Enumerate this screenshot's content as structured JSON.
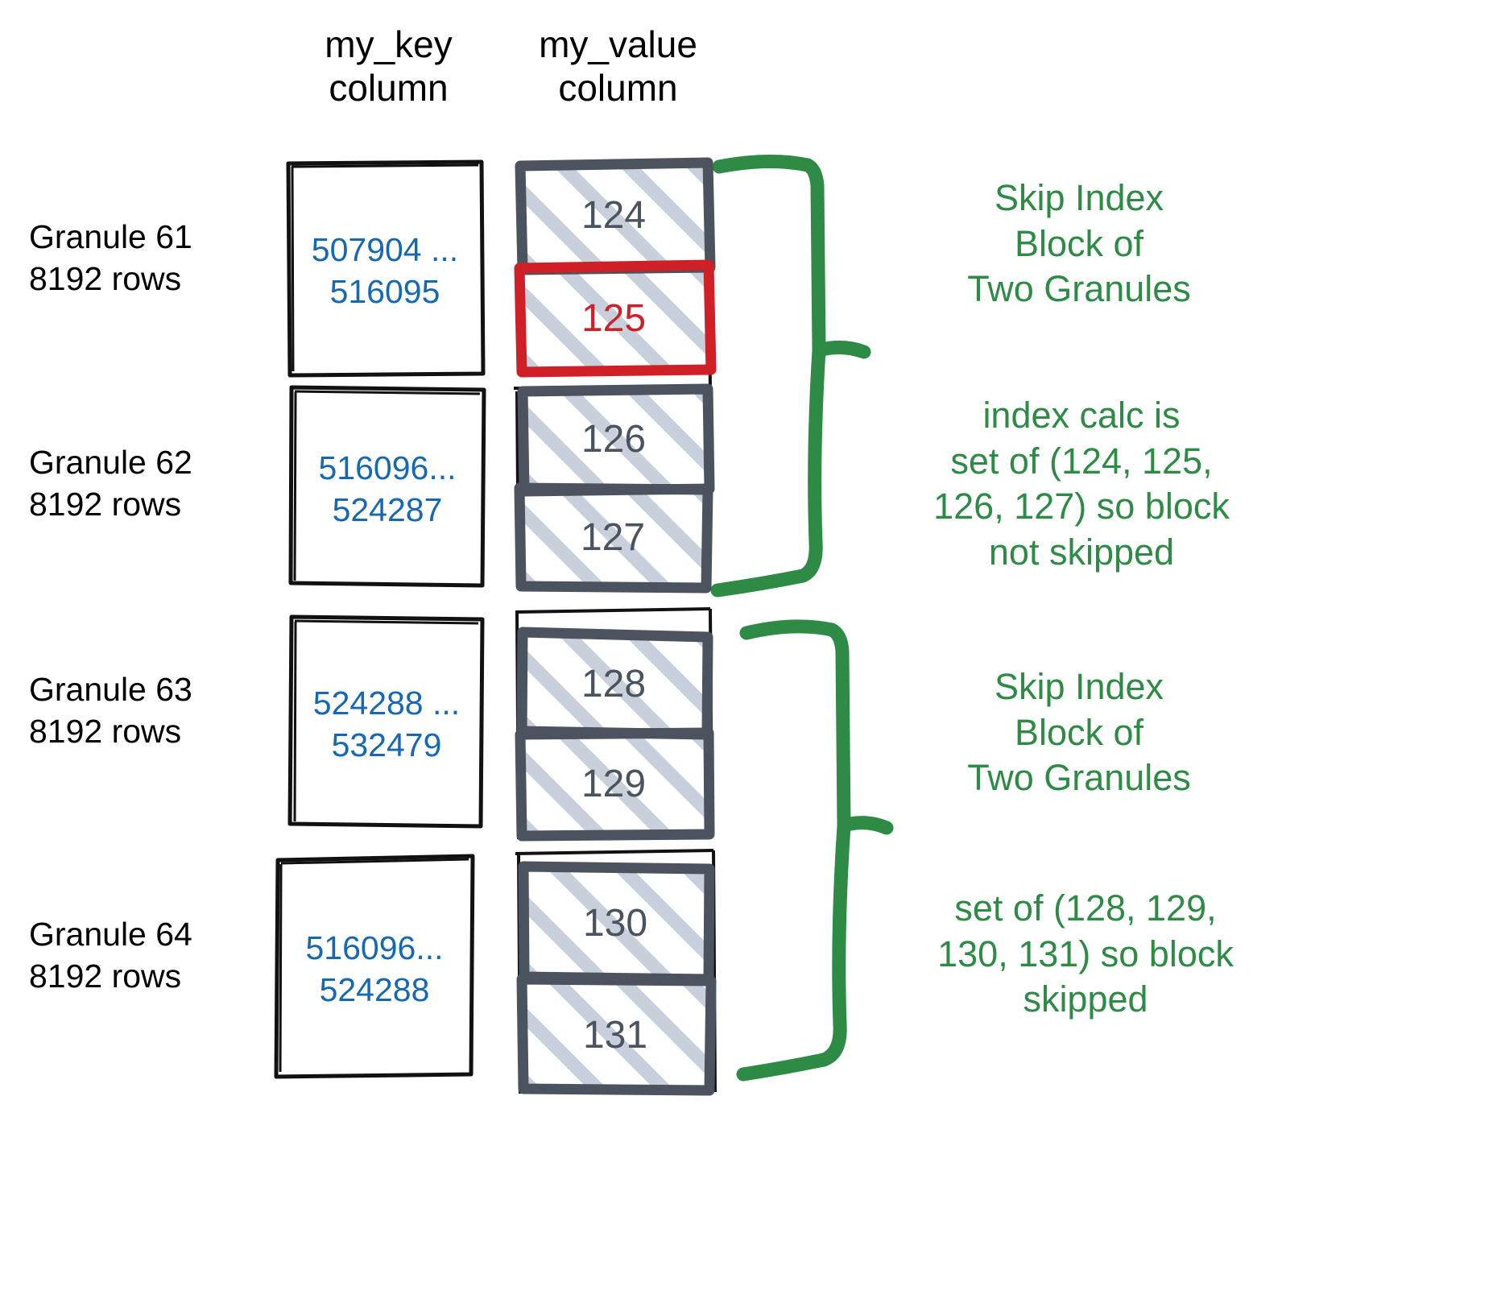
{
  "headers": {
    "key_column": "my_key\ncolumn",
    "value_column": "my_value\ncolumn"
  },
  "colors": {
    "key_text": "#1668b3",
    "value_text": "#4a535e",
    "highlight_red": "#d02027",
    "annotation_green": "#2e8b45",
    "hatch": "#c5ced a",
    "box_border_dark": "#4a535e",
    "box_border_black": "#111111"
  },
  "rows": [
    {
      "granule_label": "Granule 61\n8192 rows",
      "key_range": "507904 ...\n516095",
      "values": [
        {
          "text": "124",
          "highlight": false
        },
        {
          "text": "125",
          "highlight": true
        }
      ]
    },
    {
      "granule_label": "Granule 62\n8192 rows",
      "key_range": "516096...\n524287",
      "values": [
        {
          "text": "126",
          "highlight": false
        },
        {
          "text": "127",
          "highlight": false
        }
      ]
    },
    {
      "granule_label": "Granule 63\n8192 rows",
      "key_range": "524288 ...\n532479",
      "values": [
        {
          "text": "128",
          "highlight": false
        },
        {
          "text": "129",
          "highlight": false
        }
      ]
    },
    {
      "granule_label": "Granule 64\n8192 rows",
      "key_range": "516096...\n524288",
      "values": [
        {
          "text": "130",
          "highlight": false
        },
        {
          "text": "131",
          "highlight": false
        }
      ]
    }
  ],
  "annotations": [
    {
      "text": "Skip Index\nBlock of\nTwo Granules"
    },
    {
      "text": "index calc is\nset of (124, 125,\n126, 127) so block\nnot skipped"
    },
    {
      "text": "Skip Index\nBlock of\nTwo Granules"
    },
    {
      "text": "set of (128, 129,\n130, 131) so block\nskipped"
    }
  ]
}
